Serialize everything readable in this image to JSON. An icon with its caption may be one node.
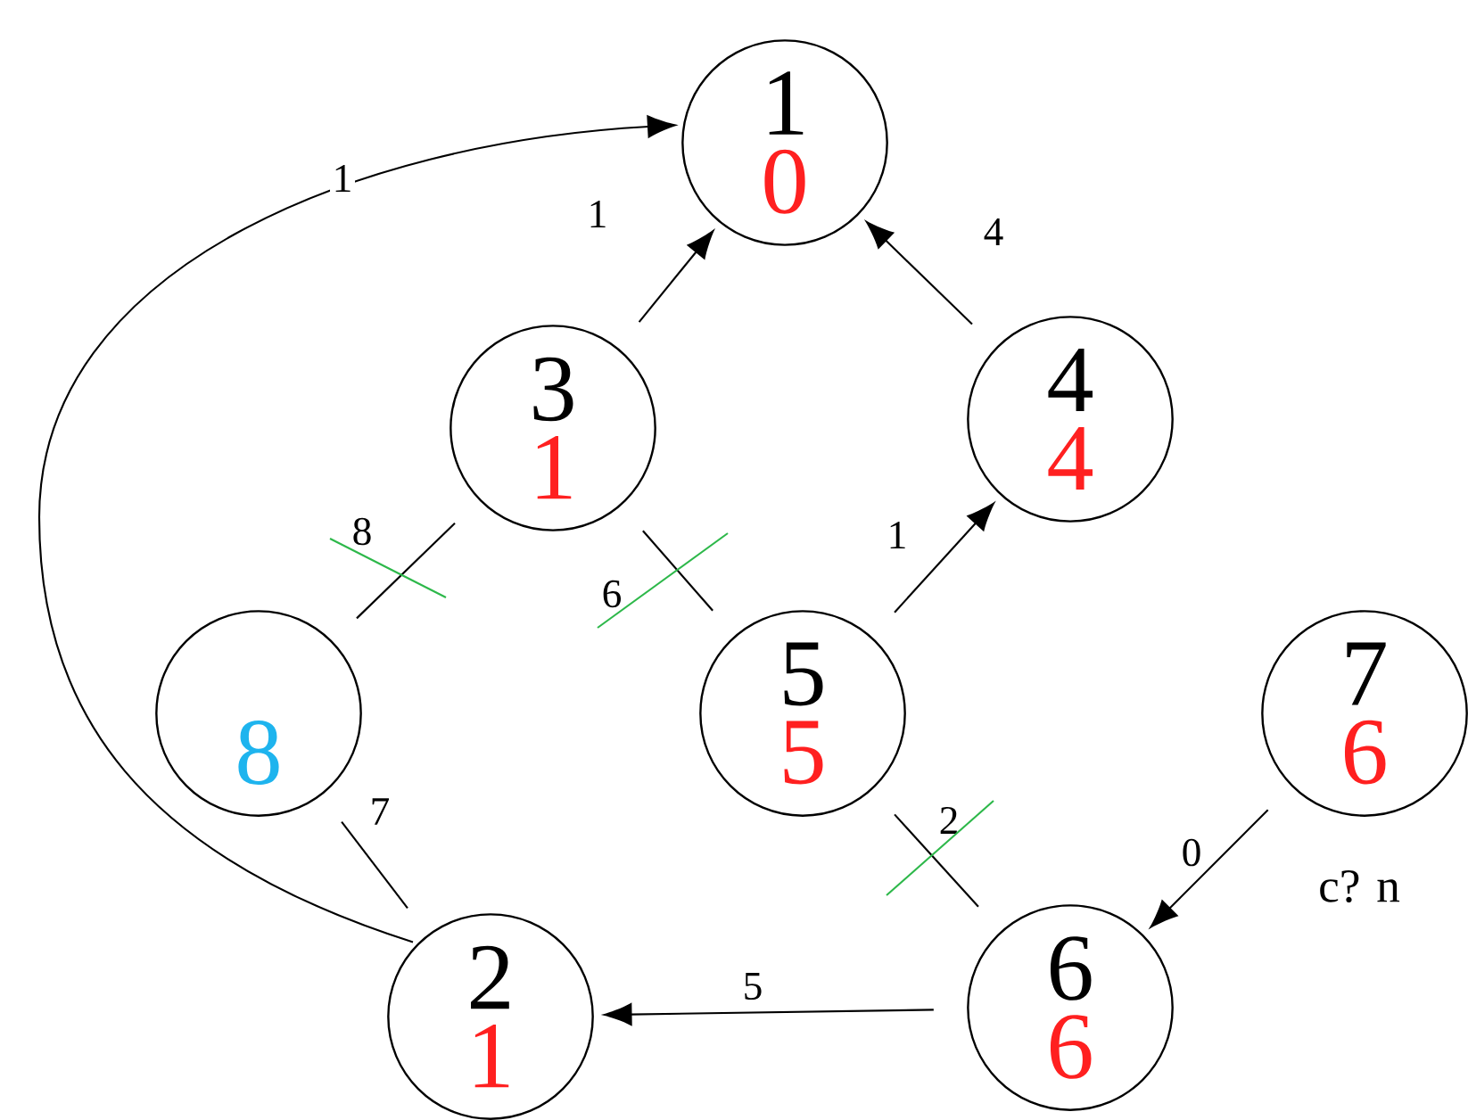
{
  "diagram": {
    "nodes": [
      {
        "text": [
          "1",
          "0"
        ]
      },
      {
        "text": [
          "3",
          "1"
        ]
      },
      {
        "text": [
          "4",
          "4"
        ]
      },
      {
        "text": [
          "8"
        ]
      },
      {
        "text": [
          "5",
          "5"
        ]
      },
      {
        "text": [
          "7",
          "6"
        ],
        "beside": [
          "c? n"
        ]
      },
      {
        "text": [
          "2",
          "1"
        ]
      },
      {
        "text": [
          "6",
          "6"
        ]
      }
    ],
    "edges": [
      {
        "from": 6,
        "to": 0,
        "arrow": "to",
        "label": "1"
      },
      {
        "from": 1,
        "to": 0,
        "arrow": "to",
        "label": "1"
      },
      {
        "from": 2,
        "to": 0,
        "arrow": "to",
        "label": "4"
      },
      {
        "from": 1,
        "to": 3,
        "arrow": "none",
        "label": "8"
      },
      {
        "from": 1,
        "to": 4,
        "arrow": "none",
        "label": "6"
      },
      {
        "from": 4,
        "to": 2,
        "arrow": "to",
        "label": "1"
      },
      {
        "from": 3,
        "to": 6,
        "arrow": "none",
        "label": "7"
      },
      {
        "from": 4,
        "to": 7,
        "arrow": "none",
        "label": "2"
      },
      {
        "from": 7,
        "to": 6,
        "arrow": "to",
        "label": "5"
      },
      {
        "from": 5,
        "to": 7,
        "arrow": "to",
        "label": "0"
      }
    ]
  }
}
